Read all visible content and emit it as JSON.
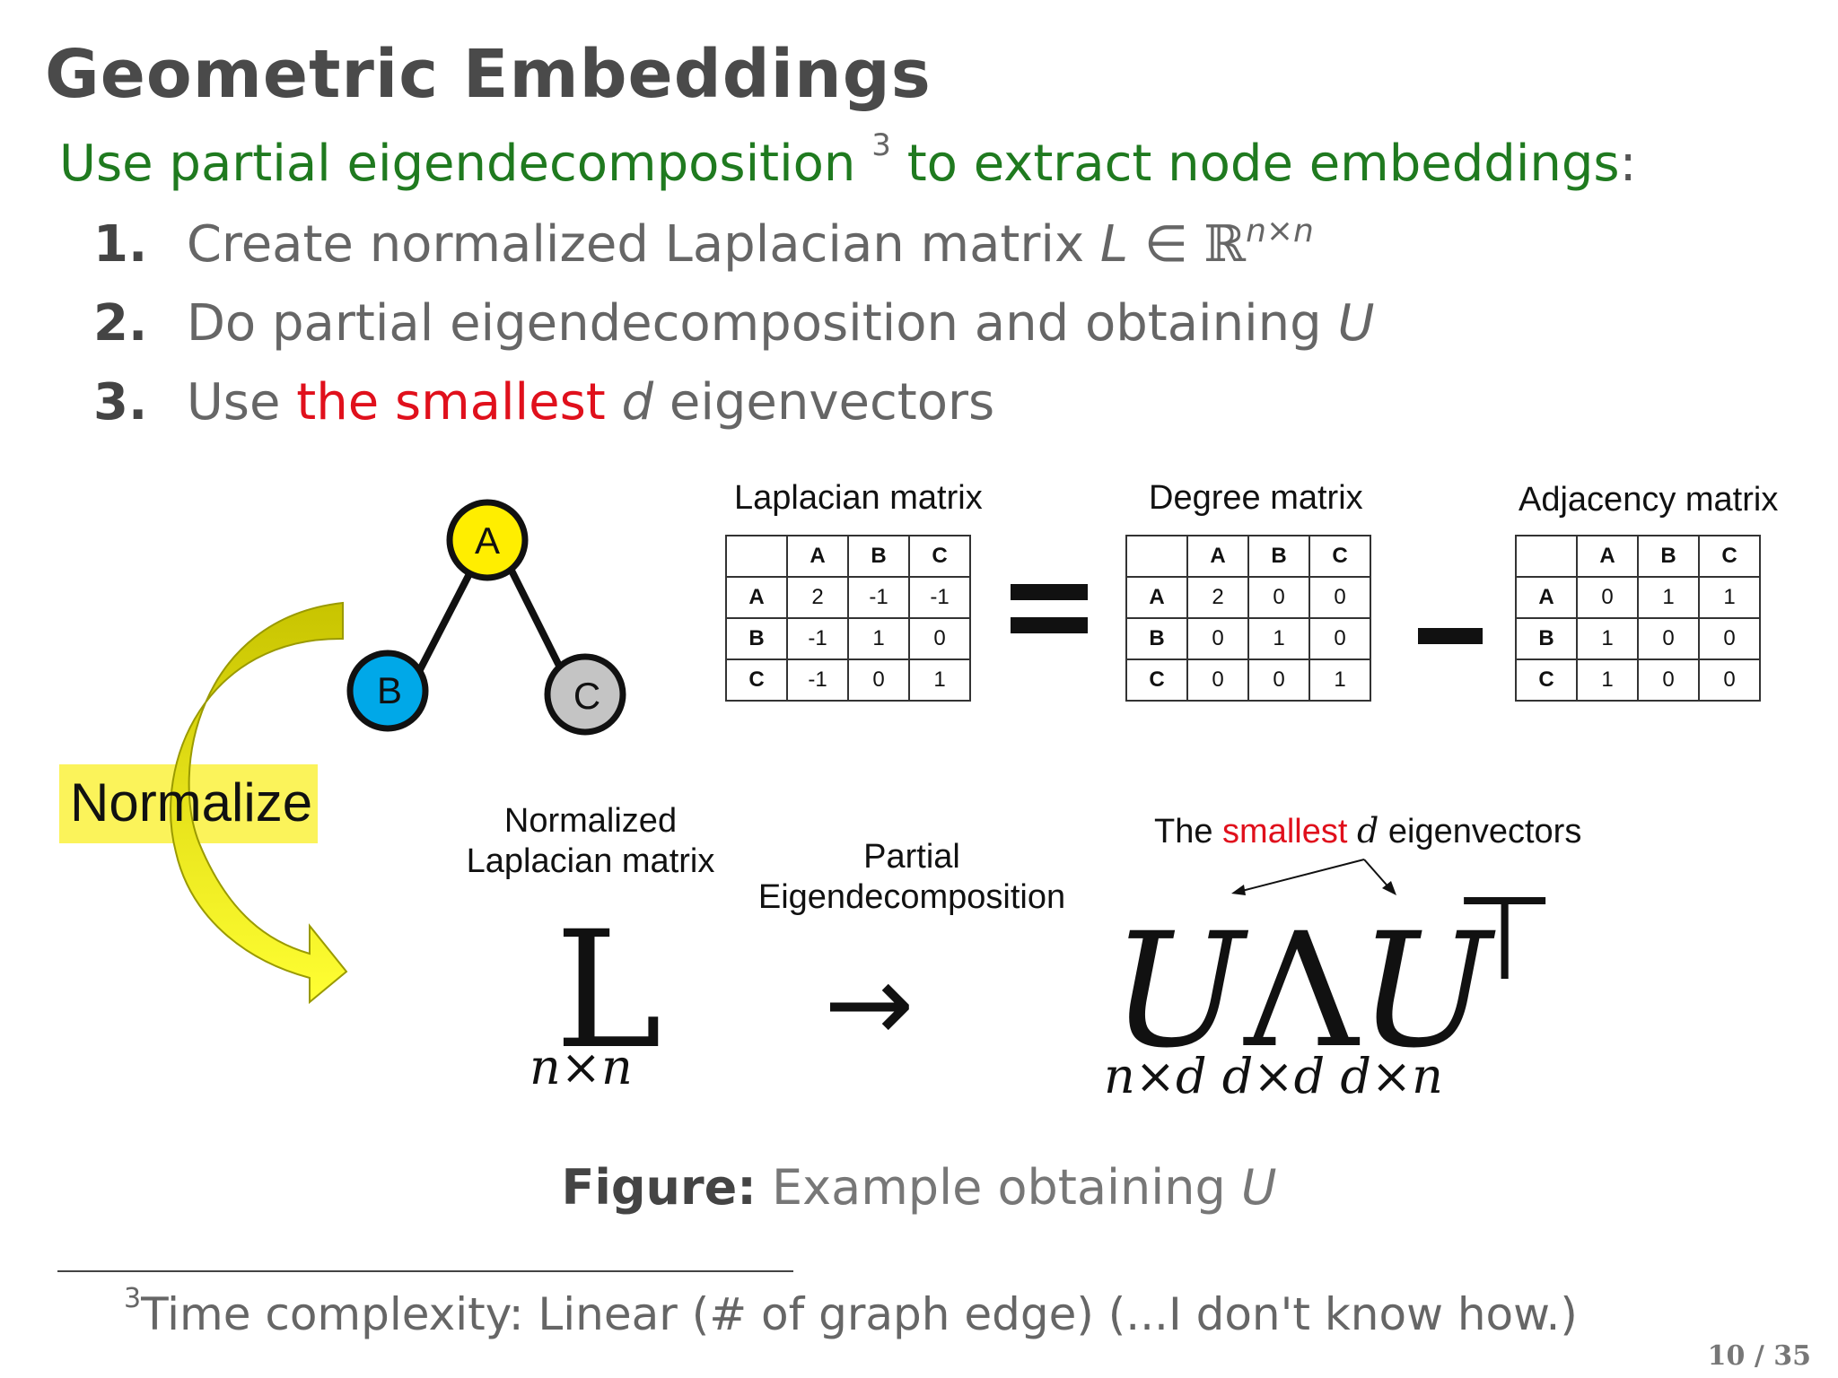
{
  "slide": {
    "title": "Geometric Embeddings",
    "subtitle_text": "Use partial eigendecomposition",
    "subtitle_ref": "3",
    "subtitle_rest": "to extract node embeddings",
    "subtitle_colon": ":",
    "steps": [
      {
        "num": "1.",
        "text": "Create normalized Laplacian matrix",
        "math_var": "L",
        "math_in": "∈",
        "math_set": "ℝ",
        "math_sup": "n×n"
      },
      {
        "num": "2.",
        "text": "Do partial eigendecomposition and obtaining",
        "math_var": "U"
      },
      {
        "num": "3.",
        "pre": "Use",
        "highlight": "the smallest",
        "math_var": "d",
        "post": "eigenvectors"
      }
    ]
  },
  "figure": {
    "graph": {
      "nodes": [
        {
          "label": "A",
          "color": "#ffee00"
        },
        {
          "label": "B",
          "color": "#00a8e8"
        },
        {
          "label": "C",
          "color": "#c4c4c4"
        }
      ]
    },
    "matrices": {
      "laplacian": {
        "title": "Laplacian matrix",
        "cols": [
          "A",
          "B",
          "C"
        ],
        "rows": [
          {
            "h": "A",
            "v": [
              "2",
              "-1",
              "-1"
            ]
          },
          {
            "h": "B",
            "v": [
              "-1",
              "1",
              "0"
            ]
          },
          {
            "h": "C",
            "v": [
              "-1",
              "0",
              "1"
            ]
          }
        ]
      },
      "degree": {
        "title": "Degree matrix",
        "cols": [
          "A",
          "B",
          "C"
        ],
        "rows": [
          {
            "h": "A",
            "v": [
              "2",
              "0",
              "0"
            ]
          },
          {
            "h": "B",
            "v": [
              "0",
              "1",
              "0"
            ]
          },
          {
            "h": "C",
            "v": [
              "0",
              "0",
              "1"
            ]
          }
        ]
      },
      "adjacency": {
        "title": "Adjacency matrix",
        "cols": [
          "A",
          "B",
          "C"
        ],
        "rows": [
          {
            "h": "A",
            "v": [
              "0",
              "1",
              "1"
            ]
          },
          {
            "h": "B",
            "v": [
              "1",
              "0",
              "0"
            ]
          },
          {
            "h": "C",
            "v": [
              "1",
              "0",
              "0"
            ]
          }
        ]
      }
    },
    "normalize_label": "Normalize",
    "normalized_label_line1": "Normalized",
    "normalized_label_line2": "Laplacian matrix",
    "partial_label_line1": "Partial",
    "partial_label_line2": "Eigendecomposition",
    "smallest_pre": "The",
    "smallest_highlight": "smallest",
    "smallest_var": "d",
    "smallest_post": "eigenvectors",
    "big_L": "L",
    "L_dims": "n×n",
    "arrow": "→",
    "U1": "U",
    "Lambda": "Λ",
    "U2": "U",
    "transpose": "⊤",
    "dims": [
      "n×d",
      "d×d",
      "d×n"
    ],
    "caption_bold": "Figure:",
    "caption_text": "Example obtaining",
    "caption_var": "U"
  },
  "footnote": {
    "ref": "3",
    "text": "Time complexity: Linear (# of graph edge) (...I don't know how.)"
  },
  "page": "10 / 35",
  "colors": {
    "subtitle_green": "#1f7a1f",
    "highlight_red": "#e0101c",
    "normalize_yellow": "#fbf35a"
  }
}
